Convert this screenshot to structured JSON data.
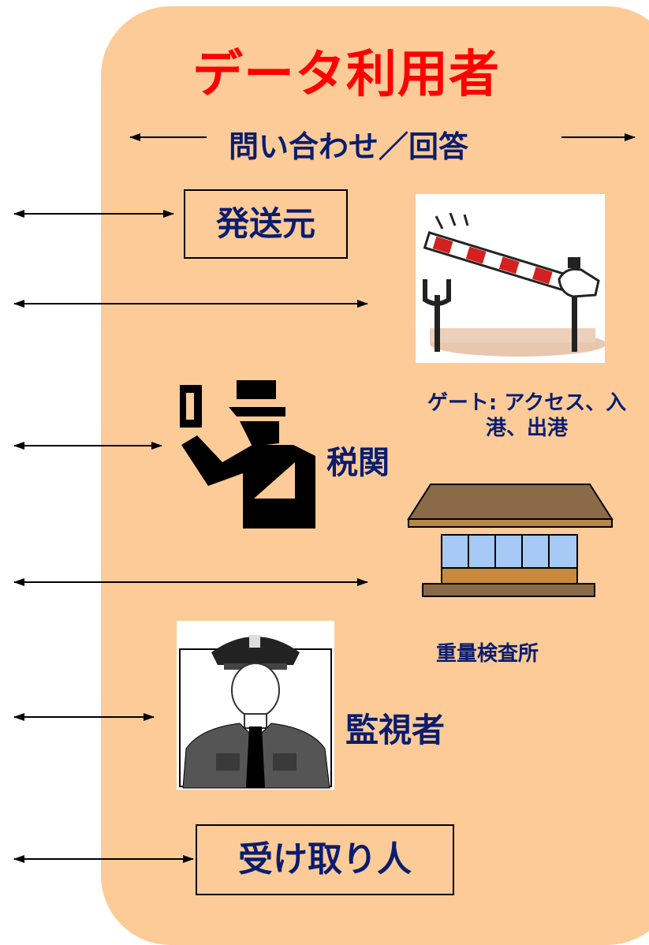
{
  "title": "データ利用者",
  "inquiry_label": "問い合わせ／回答",
  "nodes": {
    "sender": "発送元",
    "gate": "ゲート: アクセス、入港、出港",
    "customs": "税関",
    "weigh_station": "重量検査所",
    "monitor": "監視者",
    "receiver": "受け取り人"
  },
  "colors": {
    "panel": "#fccb98",
    "title": "#ff0000",
    "label": "#0b1d6e"
  },
  "icons": [
    "barrier-gate-icon",
    "customs-officer-icon",
    "weigh-station-icon",
    "security-guard-icon"
  ]
}
